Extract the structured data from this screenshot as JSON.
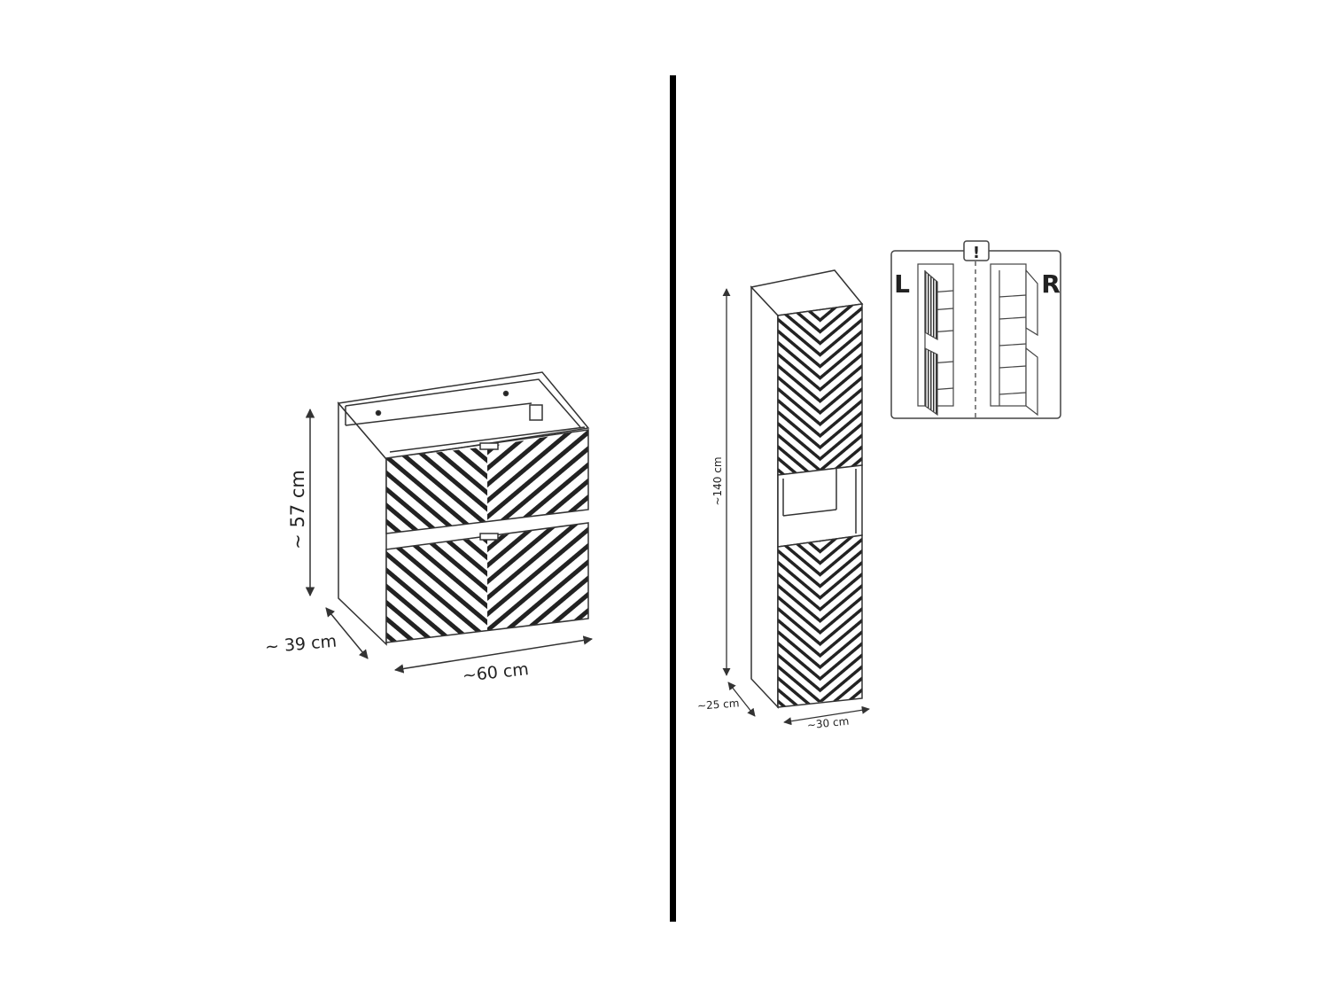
{
  "left_product": {
    "name": "vanity-cabinet",
    "dimensions": {
      "height": "~ 57 cm",
      "depth": "~ 39 cm",
      "width": "~60 cm"
    },
    "drawers": 2
  },
  "right_product": {
    "name": "tall-cabinet",
    "dimensions": {
      "height": "~140 cm",
      "depth": "~25 cm",
      "width": "~30 cm"
    },
    "doors": 2
  },
  "inset": {
    "warning_symbol": "!",
    "left_label": "L",
    "right_label": "R"
  },
  "colors": {
    "line": "#333333",
    "divider": "#000000",
    "background": "#ffffff"
  }
}
